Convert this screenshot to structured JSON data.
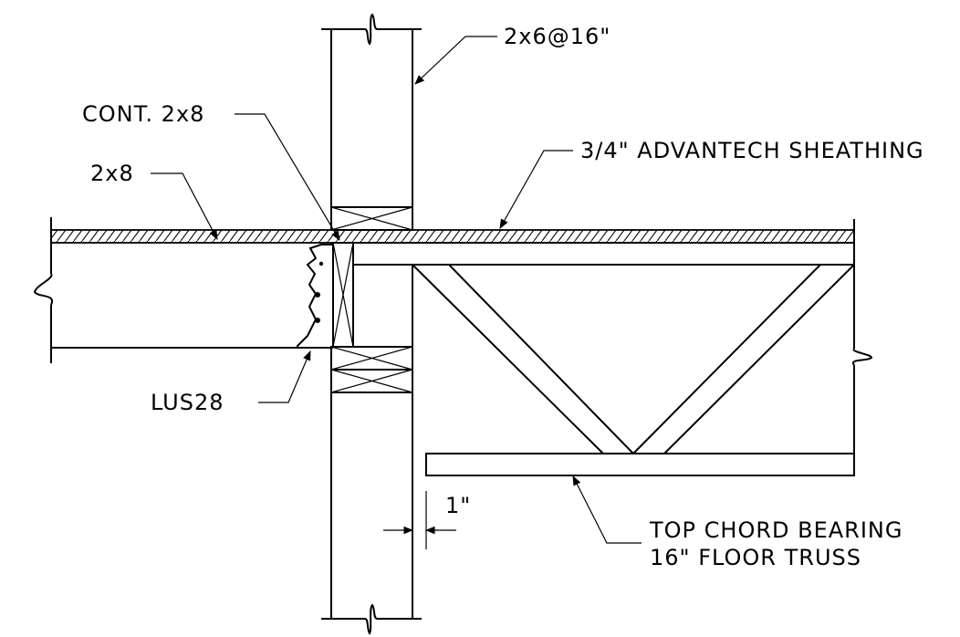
{
  "labels": {
    "stud": "2x6@16\"",
    "cont_plate": "CONT. 2x8",
    "sheathing": "3/4\" ADVANTECH SHEATHING",
    "joist": "2x8",
    "hanger": "LUS28",
    "bearing_line1": "TOP CHORD BEARING",
    "bearing_line2": "16\" FLOOR TRUSS",
    "gap_dimension": "1\""
  },
  "colors": {
    "line": "#000000",
    "background": "#ffffff"
  }
}
